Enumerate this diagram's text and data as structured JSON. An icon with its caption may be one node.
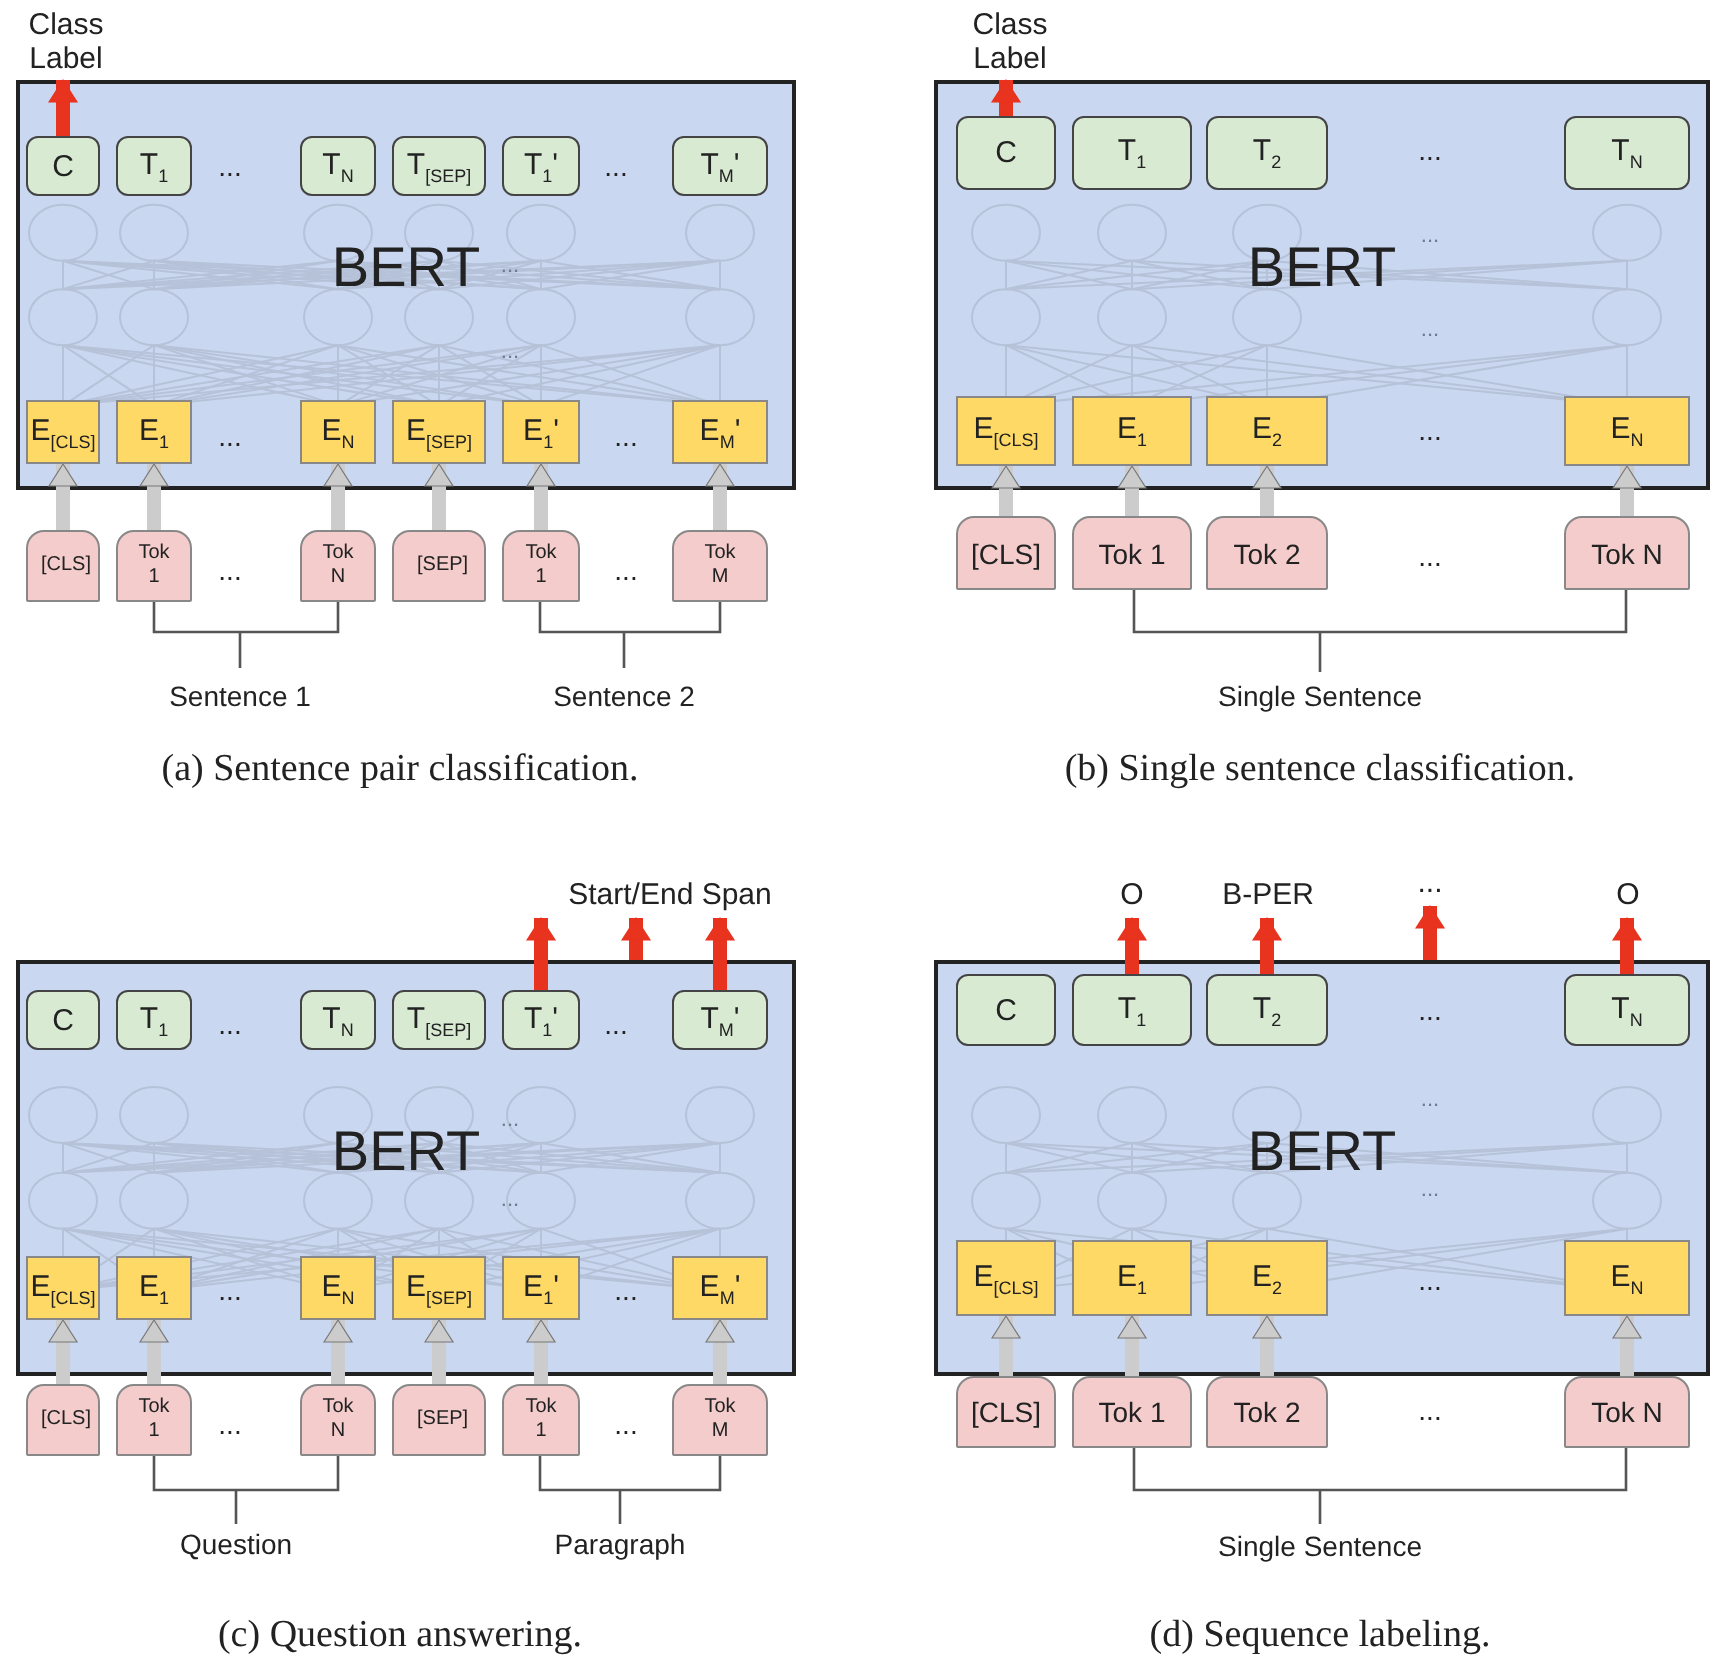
{
  "diagram": {
    "nodes": [
      {
        "text": [
          "Class Label"
        ]
      },
      {
        "text": [
          "BERT"
        ]
      },
      {
        "text": [
          "C"
        ],
        "in": 1
      },
      {
        "text": [
          "T$_{1}$"
        ],
        "in": 1
      },
      {
        "text": [
          "T$_{N}$"
        ],
        "in": 1
      },
      {
        "text": [
          "T$_{[SEP]}$"
        ],
        "in": 1
      },
      {
        "text": [
          "T$_{1}$'"
        ],
        "in": 1
      },
      {
        "text": [
          "T$_{M}$'"
        ],
        "in": 1
      },
      {
        "text": [
          "E$_{[CLS]}$"
        ],
        "in": 1
      },
      {
        "text": [
          "E$_{1}$"
        ],
        "in": 1
      },
      {
        "text": [
          "E$_{N}$"
        ],
        "in": 1
      },
      {
        "text": [
          "E$_{[SEP]}$"
        ],
        "in": 1
      },
      {
        "text": [
          "E$_{1}$'"
        ],
        "in": 1
      },
      {
        "text": [
          "E$_{M}$'"
        ],
        "in": 1
      },
      {
        "text": [
          "[CLS]"
        ]
      },
      {
        "text": [
          "Tok 1"
        ]
      },
      {
        "text": [
          "Tok N"
        ]
      },
      {
        "text": [
          "[SEP]"
        ]
      },
      {
        "text": [
          "Tok 1"
        ]
      },
      {
        "text": [
          "Tok M"
        ]
      },
      {
        "text": [
          "Class Label"
        ]
      },
      {
        "text": [
          "BERT"
        ]
      },
      {
        "text": [
          "C"
        ],
        "in": 21
      },
      {
        "text": [
          "T$_{1}$"
        ],
        "in": 21
      },
      {
        "text": [
          "T$_{2}$"
        ],
        "in": 21
      },
      {
        "text": [
          "T$_{N}$"
        ],
        "in": 21
      },
      {
        "text": [
          "E$_{[CLS]}$"
        ],
        "in": 21
      },
      {
        "text": [
          "E$_{1}$"
        ],
        "in": 21
      },
      {
        "text": [
          "E$_{2}$"
        ],
        "in": 21
      },
      {
        "text": [
          "E$_{N}$"
        ],
        "in": 21
      },
      {
        "text": [
          "[CLS]"
        ]
      },
      {
        "text": [
          "Tok 1"
        ]
      },
      {
        "text": [
          "Tok 2"
        ]
      },
      {
        "text": [
          "Tok N"
        ]
      },
      {
        "text": [
          "Start/End Span"
        ]
      },
      {
        "text": [
          "BERT"
        ]
      },
      {
        "text": [
          "C"
        ],
        "in": 35
      },
      {
        "text": [
          "T$_{1}$"
        ],
        "in": 35
      },
      {
        "text": [
          "T$_{N}$"
        ],
        "in": 35
      },
      {
        "text": [
          "T$_{[SEP]}$"
        ],
        "in": 35
      },
      {
        "text": [
          "T$_{1}$'"
        ],
        "in": 35
      },
      {
        "text": [
          "T$_{M}$'"
        ],
        "in": 35
      },
      {
        "text": [
          "E$_{[CLS]}$"
        ],
        "in": 35
      },
      {
        "text": [
          "E$_{1}$"
        ],
        "in": 35
      },
      {
        "text": [
          "E$_{N}$"
        ],
        "in": 35
      },
      {
        "text": [
          "E$_{[SEP]}$"
        ],
        "in": 35
      },
      {
        "text": [
          "E$_{1}$'"
        ],
        "in": 35
      },
      {
        "text": [
          "E$_{M}$'"
        ],
        "in": 35
      },
      {
        "text": [
          "[CLS]"
        ]
      },
      {
        "text": [
          "Tok 1"
        ]
      },
      {
        "text": [
          "Tok N"
        ]
      },
      {
        "text": [
          "[SEP]"
        ]
      },
      {
        "text": [
          "Tok 1"
        ]
      },
      {
        "text": [
          "Tok M"
        ]
      },
      {
        "text": [
          "O"
        ]
      },
      {
        "text": [
          "B-PER"
        ]
      },
      {
        "text": [
          "..."
        ]
      },
      {
        "text": [
          "O"
        ]
      },
      {
        "text": [
          "BERT"
        ]
      },
      {
        "text": [
          "C"
        ],
        "in": 58
      },
      {
        "text": [
          "T$_{1}$"
        ],
        "in": 58
      },
      {
        "text": [
          "T$_{2}$"
        ],
        "in": 58
      },
      {
        "text": [
          "T$_{N}$"
        ],
        "in": 58
      },
      {
        "text": [
          "E$_{[CLS]}$"
        ],
        "in": 58
      },
      {
        "text": [
          "E$_{1}$"
        ],
        "in": 58
      },
      {
        "text": [
          "E$_{2}$"
        ],
        "in": 58
      },
      {
        "text": [
          "E$_{N}$"
        ],
        "in": 58
      },
      {
        "text": [
          "[CLS]"
        ]
      },
      {
        "text": [
          "Tok 1"
        ]
      },
      {
        "text": [
          "Tok 2"
        ]
      },
      {
        "text": [
          "Tok N"
        ]
      }
    ],
    "edges": [
      {
        "from": 2,
        "to": 0,
        "arrow": "to",
        "color": "#e8331f"
      },
      {
        "from": 14,
        "to": 8,
        "arrow": "to"
      },
      {
        "from": 15,
        "to": 9,
        "arrow": "to"
      },
      {
        "from": 16,
        "to": 10,
        "arrow": "to"
      },
      {
        "from": 17,
        "to": 11,
        "arrow": "to"
      },
      {
        "from": 18,
        "to": 12,
        "arrow": "to"
      },
      {
        "from": 19,
        "to": 13,
        "arrow": "to"
      },
      {
        "from": 22,
        "to": 20,
        "arrow": "to",
        "color": "#e8331f"
      },
      {
        "from": 30,
        "to": 26,
        "arrow": "to"
      },
      {
        "from": 31,
        "to": 27,
        "arrow": "to"
      },
      {
        "from": 32,
        "to": 28,
        "arrow": "to"
      },
      {
        "from": 33,
        "to": 29,
        "arrow": "to"
      },
      {
        "from": 40,
        "to": 34,
        "arrow": "to",
        "color": "#e8331f"
      },
      {
        "from": 35,
        "to": 34,
        "arrow": "to",
        "color": "#e8331f"
      },
      {
        "from": 41,
        "to": 34,
        "arrow": "to",
        "color": "#e8331f"
      },
      {
        "from": 48,
        "to": 42,
        "arrow": "to"
      },
      {
        "from": 49,
        "to": 43,
        "arrow": "to"
      },
      {
        "from": 50,
        "to": 44,
        "arrow": "to"
      },
      {
        "from": 51,
        "to": 45,
        "arrow": "to"
      },
      {
        "from": 52,
        "to": 46,
        "arrow": "to"
      },
      {
        "from": 53,
        "to": 47,
        "arrow": "to"
      },
      {
        "from": 60,
        "to": 54,
        "arrow": "to",
        "color": "#e8331f"
      },
      {
        "from": 61,
        "to": 55,
        "arrow": "to",
        "color": "#e8331f"
      },
      {
        "from": 58,
        "to": 56,
        "arrow": "to",
        "color": "#e8331f"
      },
      {
        "from": 62,
        "to": 57,
        "arrow": "to",
        "color": "#e8331f"
      },
      {
        "from": 67,
        "to": 63,
        "arrow": "to"
      },
      {
        "from": 68,
        "to": 64,
        "arrow": "to"
      },
      {
        "from": 69,
        "to": 65,
        "arrow": "to"
      },
      {
        "from": 70,
        "to": 66,
        "arrow": "to"
      }
    ],
    "labels": [
      "...",
      "...",
      "...",
      "...",
      "...",
      "...",
      "...",
      "...",
      "Sentence 1",
      "Sentence 2",
      "(a) Sentence pair classification.",
      "...",
      "...",
      "...",
      "...",
      "...",
      "Single Sentence",
      "(b) Single sentence classification.",
      "...",
      "...",
      "...",
      "...",
      "...",
      "...",
      "...",
      "...",
      "Question",
      "Paragraph",
      "(c) Question answering.",
      "...",
      "...",
      "...",
      "...",
      "...",
      "Single Sentence",
      "(d) Sequence labeling."
    ]
  }
}
